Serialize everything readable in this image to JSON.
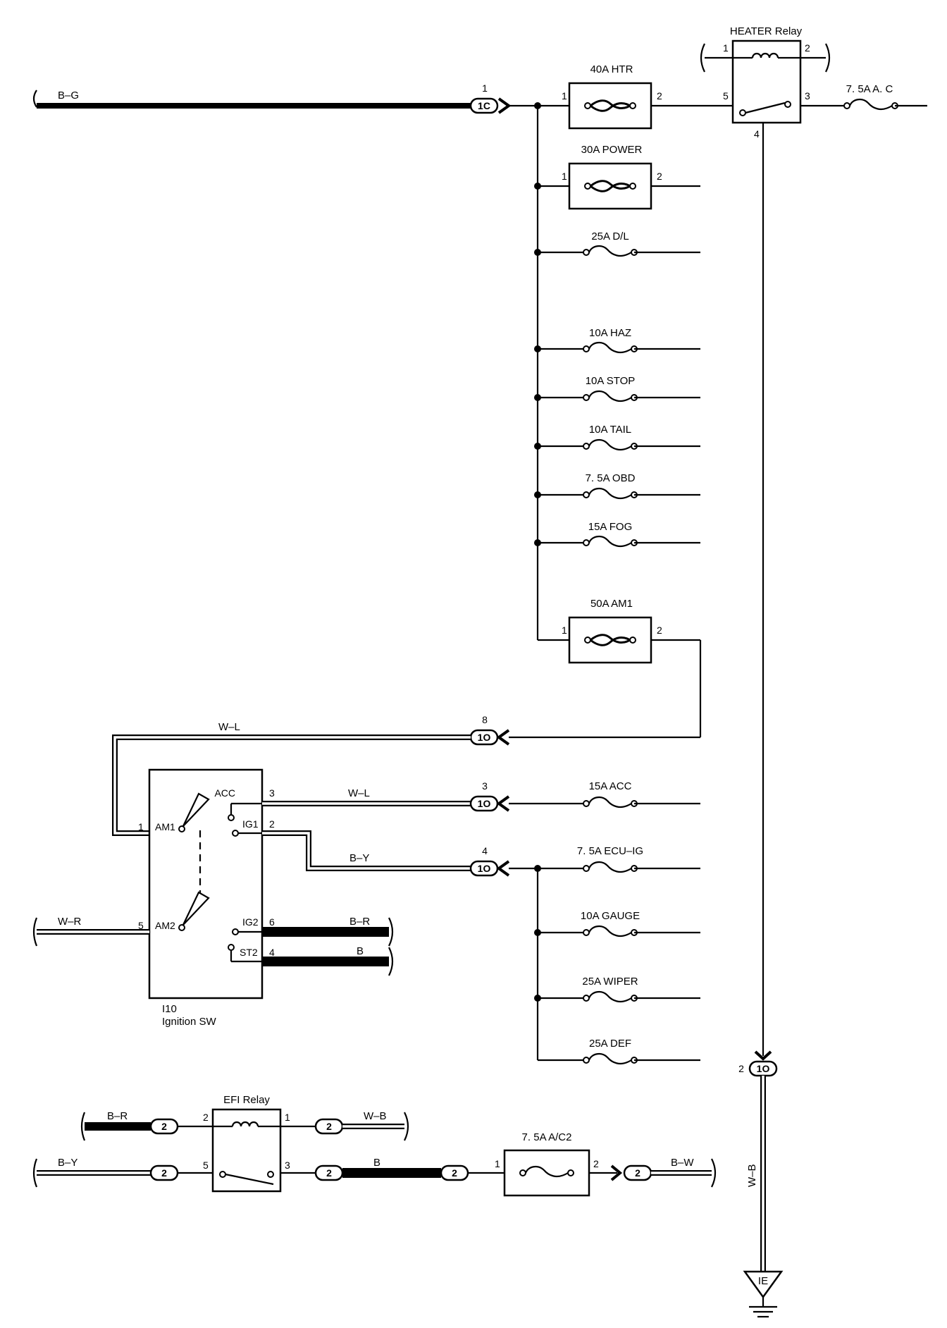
{
  "wires": {
    "bg": "B–G",
    "wl_top": "W–L",
    "wl_acc": "W–L",
    "by_ig1": "B–Y",
    "wr": "W–R",
    "br_ig2": "B–R",
    "b_st2": "B",
    "wb_ground": "W–B",
    "br_efi": "B–R",
    "wb_efi": "W–B",
    "by_efi": "B–Y",
    "b_efi": "B",
    "bw_efi": "B–W"
  },
  "connectors": {
    "c_1C": {
      "id": "1C",
      "pin": "1"
    },
    "c_1O_8": {
      "id": "1O",
      "pin": "8"
    },
    "c_1O_3": {
      "id": "1O",
      "pin": "3"
    },
    "c_1O_4": {
      "id": "1O",
      "pin": "4"
    },
    "c_1O_2": {
      "id": "1O",
      "pin": "2"
    },
    "efi_c1": "2",
    "efi_c2": "2",
    "efi_c3": "2",
    "efi_c4": "2",
    "efi_c5": "2",
    "efi_c6": "2"
  },
  "fuses": {
    "htr": {
      "label": "40A HTR",
      "pin1": "1",
      "pin2": "2"
    },
    "power": {
      "label": "30A POWER",
      "pin1": "1",
      "pin2": "2"
    },
    "dl": "25A D/L",
    "haz": "10A HAZ",
    "stop": "10A STOP",
    "tail": "10A TAIL",
    "obd": "7. 5A OBD",
    "fog": "15A FOG",
    "am1": {
      "label": "50A AM1",
      "pin1": "1",
      "pin2": "2"
    },
    "acc": "15A ACC",
    "ecu_ig": "7. 5A ECU–IG",
    "gauge": "10A GAUGE",
    "wiper": "25A WIPER",
    "def": "25A DEF",
    "ac": "7. 5A A. C",
    "ac2": {
      "label": "7. 5A A/C2",
      "pin1": "1",
      "pin2": "2"
    }
  },
  "heater_relay": {
    "title": "HEATER Relay",
    "p1": "1",
    "p2": "2",
    "p3": "3",
    "p4": "4",
    "p5": "5"
  },
  "efi_relay": {
    "title": "EFI Relay",
    "p1": "1",
    "p2": "2",
    "p3": "3",
    "p5": "5"
  },
  "ignition_switch": {
    "code": "I10",
    "name": "Ignition SW",
    "am1": "AM1",
    "am2": "AM2",
    "acc": "ACC",
    "ig1": "IG1",
    "ig2": "IG2",
    "st2": "ST2",
    "pin_am1": "1",
    "pin_am2": "5",
    "pin_acc": "3",
    "pin_ig1": "2",
    "pin_ig2": "6",
    "pin_st2": "4"
  },
  "ground": {
    "id": "IE"
  }
}
